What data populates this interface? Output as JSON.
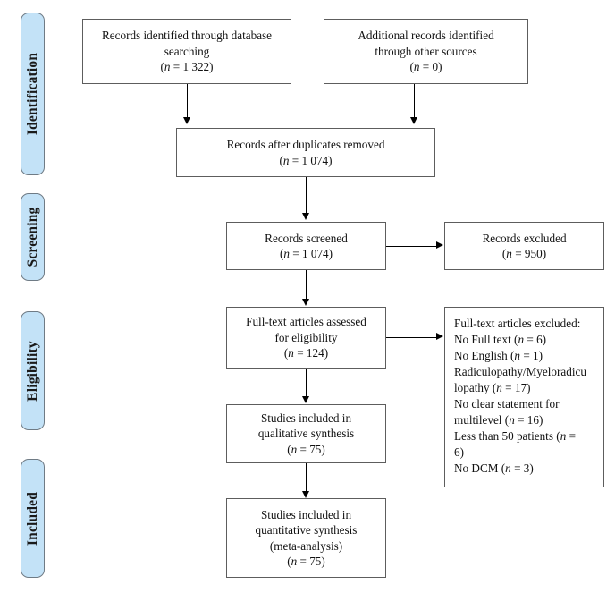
{
  "diagram": {
    "type": "prisma-flow-diagram",
    "title": "PRISMA study selection flow diagram",
    "accent_color": "#c3e2f7",
    "border_color": "#5d5d5d",
    "connector_color": "#000000"
  },
  "phases": [
    {
      "id": "identification",
      "label": "Identification"
    },
    {
      "id": "screening",
      "label": "Screening"
    },
    {
      "id": "eligibility",
      "label": "Eligibility"
    },
    {
      "id": "included",
      "label": "Included"
    }
  ],
  "boxes": {
    "database_search": {
      "text": "Records identified through database\nsearching\n(n = 1 322)",
      "count": 1322
    },
    "other_sources": {
      "text": "Additional records identified\nthrough other sources\n(n = 0)",
      "count": 0
    },
    "duplicates_removed": {
      "text": "Records after duplicates removed\n(n = 1 074)",
      "count": 1074
    },
    "records_screened": {
      "text": "Records screened\n(n = 1 074)",
      "count": 1074
    },
    "records_excluded": {
      "text": "Records excluded\n(n = 950)",
      "count": 950
    },
    "fulltext_assessed": {
      "text": "Full-text articles assessed\nfor eligibility\n(n = 124)",
      "count": 124
    },
    "fulltext_excluded": {
      "text": "Full-text articles excluded:\nNo Full text (n = 6)\nNo English (n = 1)\nRadiculopathy/Myeloradicu\nlopathy (n = 17)\nNo clear statement for\nmultilevel (n = 16)\nLess than 50 patients (n =\n6)\nNo DCM (n = 3)",
      "reasons": [
        {
          "label": "No Full text",
          "count": 6
        },
        {
          "label": "No English",
          "count": 1
        },
        {
          "label": "Radiculopathy/Myeloradiculopathy",
          "count": 17
        },
        {
          "label": "No clear statement for multilevel",
          "count": 16
        },
        {
          "label": "Less than 50 patients",
          "count": 6
        },
        {
          "label": "No DCM",
          "count": 3
        }
      ]
    },
    "qualitative_synthesis": {
      "text": "Studies included in\nqualitative synthesis\n(n = 75)",
      "count": 75
    },
    "quantitative_synthesis": {
      "text": "Studies included in\nquantitative synthesis\n(meta-analysis)\n(n = 75)",
      "count": 75
    }
  }
}
